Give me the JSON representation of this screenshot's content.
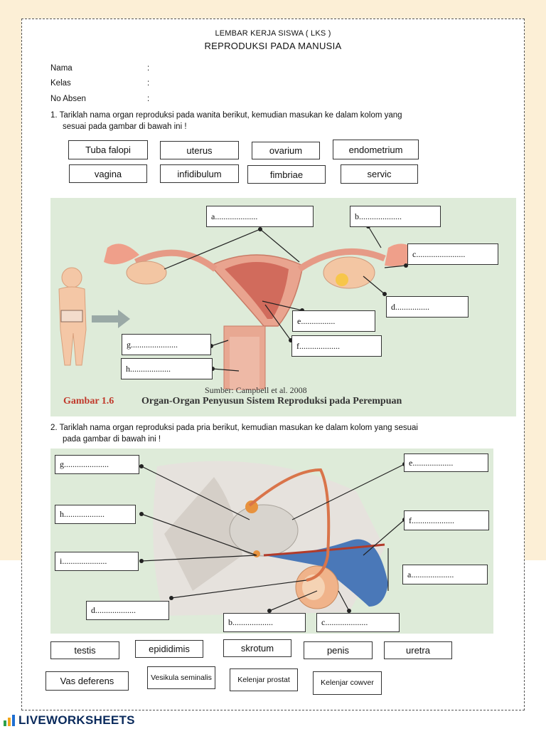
{
  "header": {
    "title": "LEMBAR KERJA SISWA ( LKS )",
    "subtitle": "REPRODUKSI PADA MANUSIA"
  },
  "fields": [
    {
      "label": "Nama",
      "sep": ":"
    },
    {
      "label": "Kelas",
      "sep": ":"
    },
    {
      "label": "No Absen",
      "sep": ":"
    }
  ],
  "q1": {
    "line1": "1. Tariklah nama organ reproduksi pada wanita berikut, kemudian masukan ke dalam kolom yang",
    "line2": "sesuai pada gambar di bawah ini !",
    "words": [
      "Tuba falopi",
      "uterus",
      "ovarium",
      "endometrium",
      "vagina",
      "infidibulum",
      "fimbriae",
      "servic"
    ],
    "labels": [
      "a....................",
      "b....................",
      "c.......................",
      "d................",
      "e................",
      "f...................",
      "g......................",
      "h..................."
    ],
    "source": "Sumber: Campbell et al. 2008",
    "caption_prefix": "Gambar 1.6",
    "caption_text": "Organ-Organ Penyusun Sistem Reproduksi pada Perempuan"
  },
  "q2": {
    "line1": "2. Tariklah nama organ reproduksi pada pria berikut, kemudian masukan ke dalam kolom yang sesuai",
    "line2": "pada gambar di bawah ini !",
    "labels": [
      "g.....................",
      "h...................",
      "i.....................",
      "d...................",
      "b...................",
      "c....................",
      "a....................",
      "e...................",
      "f...................."
    ],
    "words": [
      "testis",
      "epididimis",
      "skrotum",
      "penis",
      "uretra",
      "Vas deferens",
      "Vesikula seminalis",
      "Kelenjar prostat",
      "Kelenjar cowver"
    ]
  },
  "footer": {
    "brand": "LIVEWORKSHEETS"
  },
  "colors": {
    "page_bg": "#fcefd6",
    "figure_bg": "#deebd9",
    "caption_red": "#c0392b",
    "brand": "#0a2a5c"
  }
}
